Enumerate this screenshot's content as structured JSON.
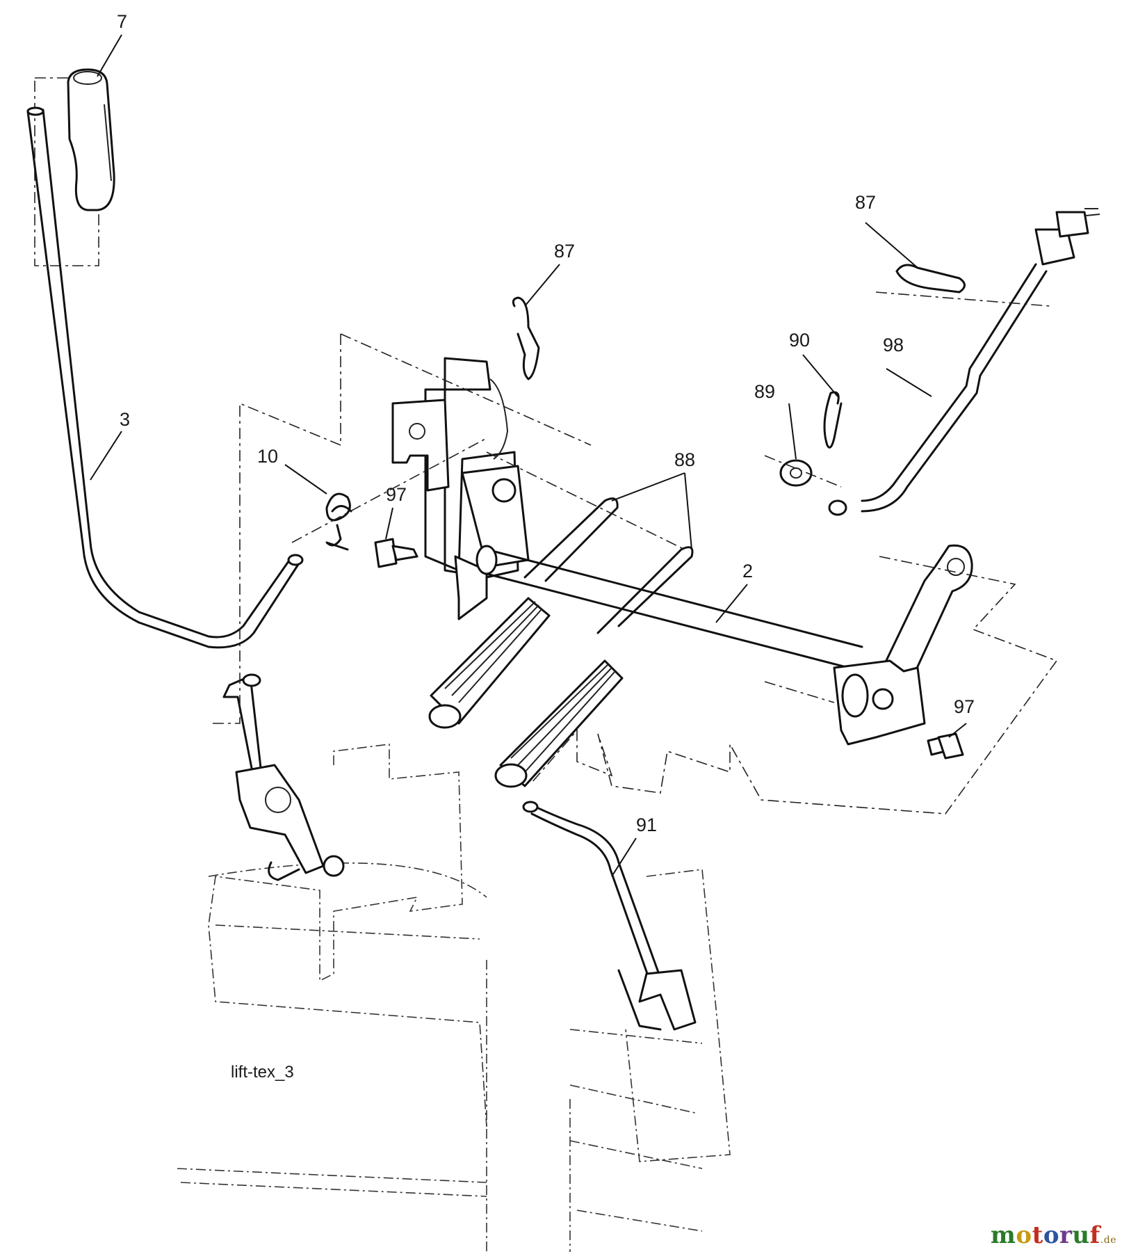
{
  "diagram": {
    "drawing_code": "lift-tex_3",
    "callouts": [
      {
        "id": "c7",
        "label": "7"
      },
      {
        "id": "c3",
        "label": "3"
      },
      {
        "id": "c87a",
        "label": "87"
      },
      {
        "id": "c87b",
        "label": "87"
      },
      {
        "id": "c10",
        "label": "10"
      },
      {
        "id": "c97a",
        "label": "97"
      },
      {
        "id": "c88",
        "label": "88"
      },
      {
        "id": "c90",
        "label": "90"
      },
      {
        "id": "c98",
        "label": "98"
      },
      {
        "id": "c89",
        "label": "89"
      },
      {
        "id": "c2",
        "label": "2"
      },
      {
        "id": "c97b",
        "label": "97"
      },
      {
        "id": "c91",
        "label": "91"
      }
    ]
  },
  "watermark": {
    "letters": [
      "m",
      "o",
      "t",
      "o",
      "r",
      "u",
      "f"
    ],
    "letter_colors": [
      "#2a7a2a",
      "#c89a10",
      "#c03020",
      "#2a55a0",
      "#6a3a8a",
      "#2a7a2a",
      "#c03020"
    ],
    "suffix": ".de"
  }
}
